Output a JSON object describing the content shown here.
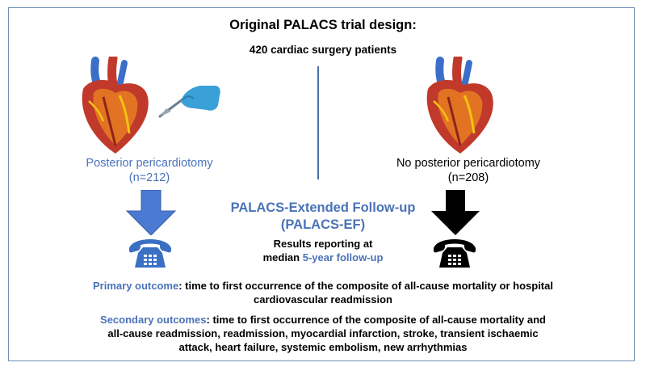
{
  "colors": {
    "accent": "#4a73b8",
    "border": "#6f8fb5",
    "arrow_left": "#4a7ad1",
    "arrow_right": "#000000"
  },
  "header": {
    "title": "Original PALACS trial design:",
    "subtitle": "420 cardiac surgery patients"
  },
  "left_arm": {
    "label": "Posterior pericardiotomy",
    "n": "(n=212)",
    "icons": [
      "heart-icon",
      "scalpel-hand-icon",
      "arrow-down-icon",
      "telephone-icon"
    ]
  },
  "right_arm": {
    "label": "No posterior pericardiotomy",
    "n": "(n=208)",
    "icons": [
      "heart-icon",
      "arrow-down-icon",
      "telephone-icon"
    ]
  },
  "extension": {
    "title_line1": "PALACS-Extended Follow-up",
    "title_line2": "(PALACS-EF)",
    "results_line1": "Results reporting at",
    "results_line2_prefix": "median ",
    "results_line2_highlight": "5-year follow-up"
  },
  "primary": {
    "keyword": "Primary outcome",
    "text_line1": ": time to first occurrence of the composite of all-cause mortality or hospital",
    "text_line2": "cardiovascular readmission"
  },
  "secondary": {
    "keyword": "Secondary outcomes",
    "text_line1": ": time to first occurrence of the composite of all-cause mortality and",
    "text_line2": "all-cause readmission, readmission, myocardial infarction, stroke, transient ischaemic",
    "text_line3": "attack, heart failure, systemic embolism, new arrhythmias"
  }
}
